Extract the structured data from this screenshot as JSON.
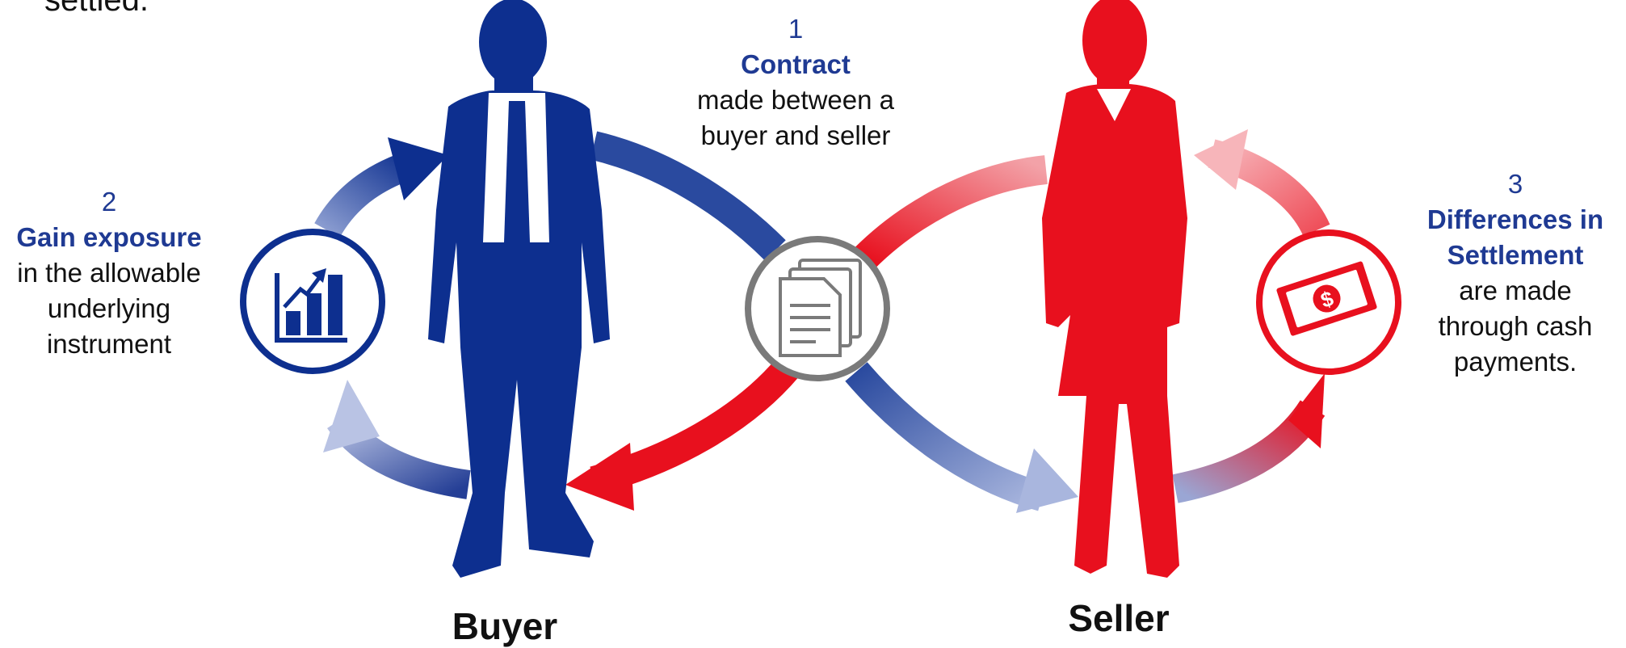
{
  "intro_fragment": "settled.",
  "steps": [
    {
      "number": "1",
      "title": "Contract",
      "body": [
        "made between a",
        "buyer and seller"
      ]
    },
    {
      "number": "2",
      "title": "Gain exposure",
      "body": [
        "in the allowable",
        "underlying",
        "instrument"
      ]
    },
    {
      "number": "3",
      "title_lines": [
        "Differences in",
        "Settlement"
      ],
      "body": [
        "are made",
        "through cash",
        "payments."
      ]
    }
  ],
  "people": {
    "buyer": "Buyer",
    "seller": "Seller"
  },
  "colors": {
    "blue": "#0d2f8f",
    "red": "#e8101e",
    "grey": "#7a7a7a"
  },
  "icons": [
    "bar-chart-growth-icon",
    "documents-icon",
    "cash-note-icon"
  ]
}
